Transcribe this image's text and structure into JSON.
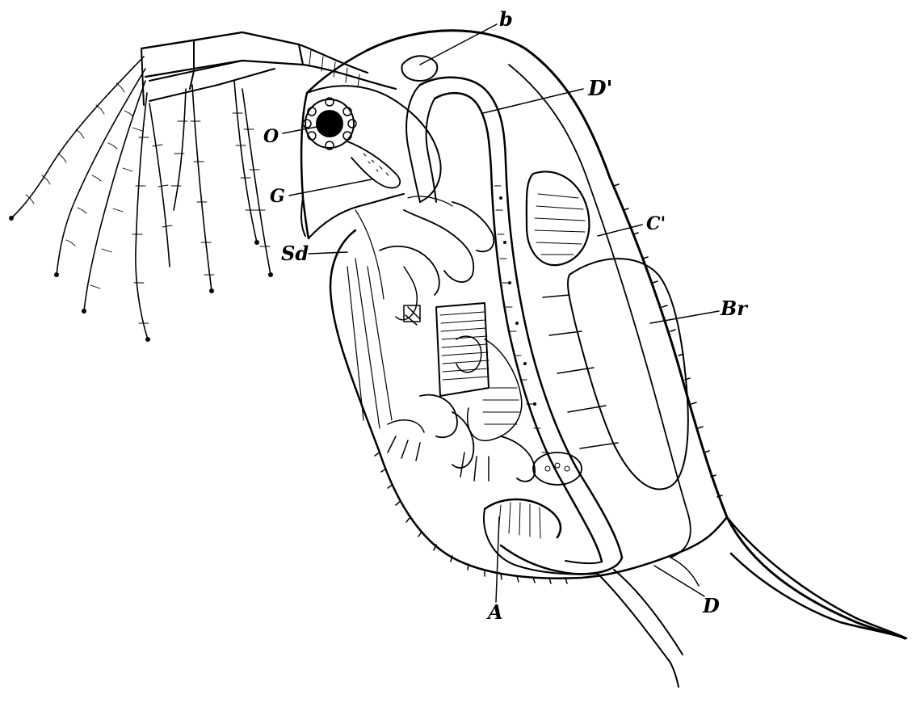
{
  "figure": {
    "labels": {
      "b": "b",
      "D_prime": "D'",
      "O": "O",
      "G": "G",
      "Sd": "Sd",
      "C": "C'",
      "Br": "Br",
      "A": "A",
      "D": "D"
    },
    "colors": {
      "ink": "#000000",
      "paper": "#ffffff"
    }
  }
}
